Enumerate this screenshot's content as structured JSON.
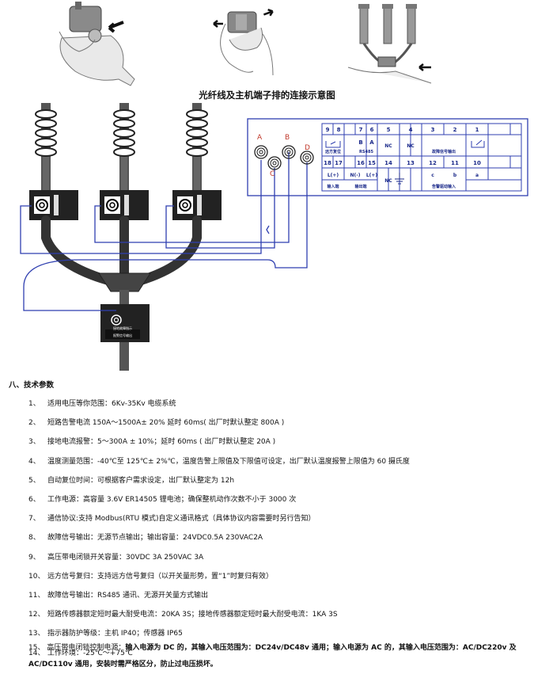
{
  "diagram": {
    "title": "光纤线及主机端子排的连接示意图",
    "sensor_labels": [
      "A",
      "B",
      "C",
      "D"
    ],
    "terminals": {
      "row1": [
        "9",
        "8",
        "7",
        "6",
        "5",
        "4",
        "3",
        "2",
        "1"
      ],
      "row2_left": [
        "",
        "",
        "B",
        "A"
      ],
      "row3": [
        "远方复位",
        "RS485",
        "NC",
        "NC",
        "故障信号输出"
      ],
      "row4": [
        "18",
        "17",
        "16",
        "15",
        "14",
        "13",
        "12",
        "11",
        "10"
      ],
      "row5": [
        "L(+)",
        "N(-)",
        "L(+)",
        "NC",
        "c",
        "b",
        "a"
      ],
      "row6": [
        "输入端",
        "输出端",
        "NC",
        "告警驱动输入"
      ]
    },
    "host_label_1": "接地故障指示",
    "host_label_2": "报警信号输出"
  },
  "section": {
    "title": "八、技术参数"
  },
  "specs": [
    {
      "num": "1、",
      "text": "适用电压等你范围：6Kv-35Kv 电缆系统"
    },
    {
      "num": "2、",
      "text": "短路告警电流 150A～1500A± 20% 延时 60ms( 出厂时默认整定 800A )"
    },
    {
      "num": "3、",
      "text": "接地电流报警：5～300A   ± 10%；延时 60ms ( 出厂时默认整定 20A )"
    },
    {
      "num": "4、",
      "text": "温度测量范围：-40℃至 125℃± 2%℃，温度告警上限值及下限值可设定，出厂默认温度报警上限值为 60 摄氏度"
    },
    {
      "num": "5、",
      "text": "自动复位时间：可根据客户需求设定，出厂默认整定为 12h"
    },
    {
      "num": "6、",
      "text": "工作电源：高容量 3.6V ER14505  锂电池；确保整机动作次数不小于 3000 次"
    },
    {
      "num": "7、",
      "text": "通信协议:支持 Modbus(RTU 模式)自定义通讯格式（具体协议内容需要时另行告知）"
    },
    {
      "num": "8、",
      "text": "故障信号输出：无源节点输出；输出容量：24VDC0.5A   230VAC2A"
    },
    {
      "num": "9、",
      "text": "高压带电闭锁开关容量：30VDC 3A   250VAC 3A"
    },
    {
      "num": "10、",
      "text": "远方信号复归：支持远方信号复归（以开关量形势，置“1”时复归有效）"
    },
    {
      "num": "11、",
      "text": "故障信号输出：RS485 通讯、无源开关量方式输出"
    },
    {
      "num": "12、",
      "text": "短路传感器额定短时最大耐受电流：20KA   3S；接地传感器额定短时最大耐受电流：1KA   3S"
    },
    {
      "num": "13、",
      "text": "指示器防护等级：主机 IP40；传感器 IP65"
    },
    {
      "num": "14、",
      "text": "工作环境：-25℃～+75℃"
    }
  ],
  "spec15": {
    "num": "15、",
    "prefix": "高压带电闭锁控制电源：",
    "bold": "输入电源为 DC 的，其输入电压范围为：DC24v/DC48v 通用；输入电源为 AC 的，其输入电压范围为：AC/DC220v 及 AC/DC110v 通用，安装时需严格区分，防止过电压损坏。"
  }
}
